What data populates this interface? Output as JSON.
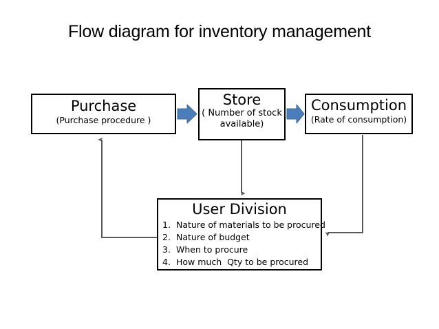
{
  "title": "Flow diagram for inventory management",
  "colors": {
    "arrow_blue": "#4a7ebb",
    "arrow_blue_dark": "#3d6a9f",
    "connector": "#595959",
    "border": "#000000",
    "background": "#ffffff",
    "text": "#000000"
  },
  "nodes": {
    "purchase": {
      "title": "Purchase",
      "subtitle": "(Purchase procedure  )"
    },
    "store": {
      "title": "Store",
      "subtitle_line1": "( Number of stock",
      "subtitle_line2": "available)"
    },
    "consumption": {
      "title": "Consumption",
      "subtitle": "(Rate of consumption)"
    },
    "user_division": {
      "title": "User Division",
      "items": [
        {
          "num": "1.",
          "text": "Nature of materials to be procured"
        },
        {
          "num": "2.",
          "text": "Nature of budget"
        },
        {
          "num": "3.",
          "text": "When to procure"
        },
        {
          "num": "4.",
          "text": "How much  Qty to be procured"
        }
      ]
    }
  },
  "connectors": [
    {
      "name": "purchase-to-store",
      "style": "block-arrow-blue",
      "direction": "right"
    },
    {
      "name": "store-to-consumption",
      "style": "block-arrow-blue",
      "direction": "right"
    },
    {
      "name": "store-to-user-division",
      "style": "line-arrow",
      "direction": "down"
    },
    {
      "name": "consumption-to-user-division",
      "style": "line-arrow",
      "direction": "left"
    },
    {
      "name": "user-division-to-purchase",
      "style": "line-arrow",
      "direction": "up"
    }
  ]
}
